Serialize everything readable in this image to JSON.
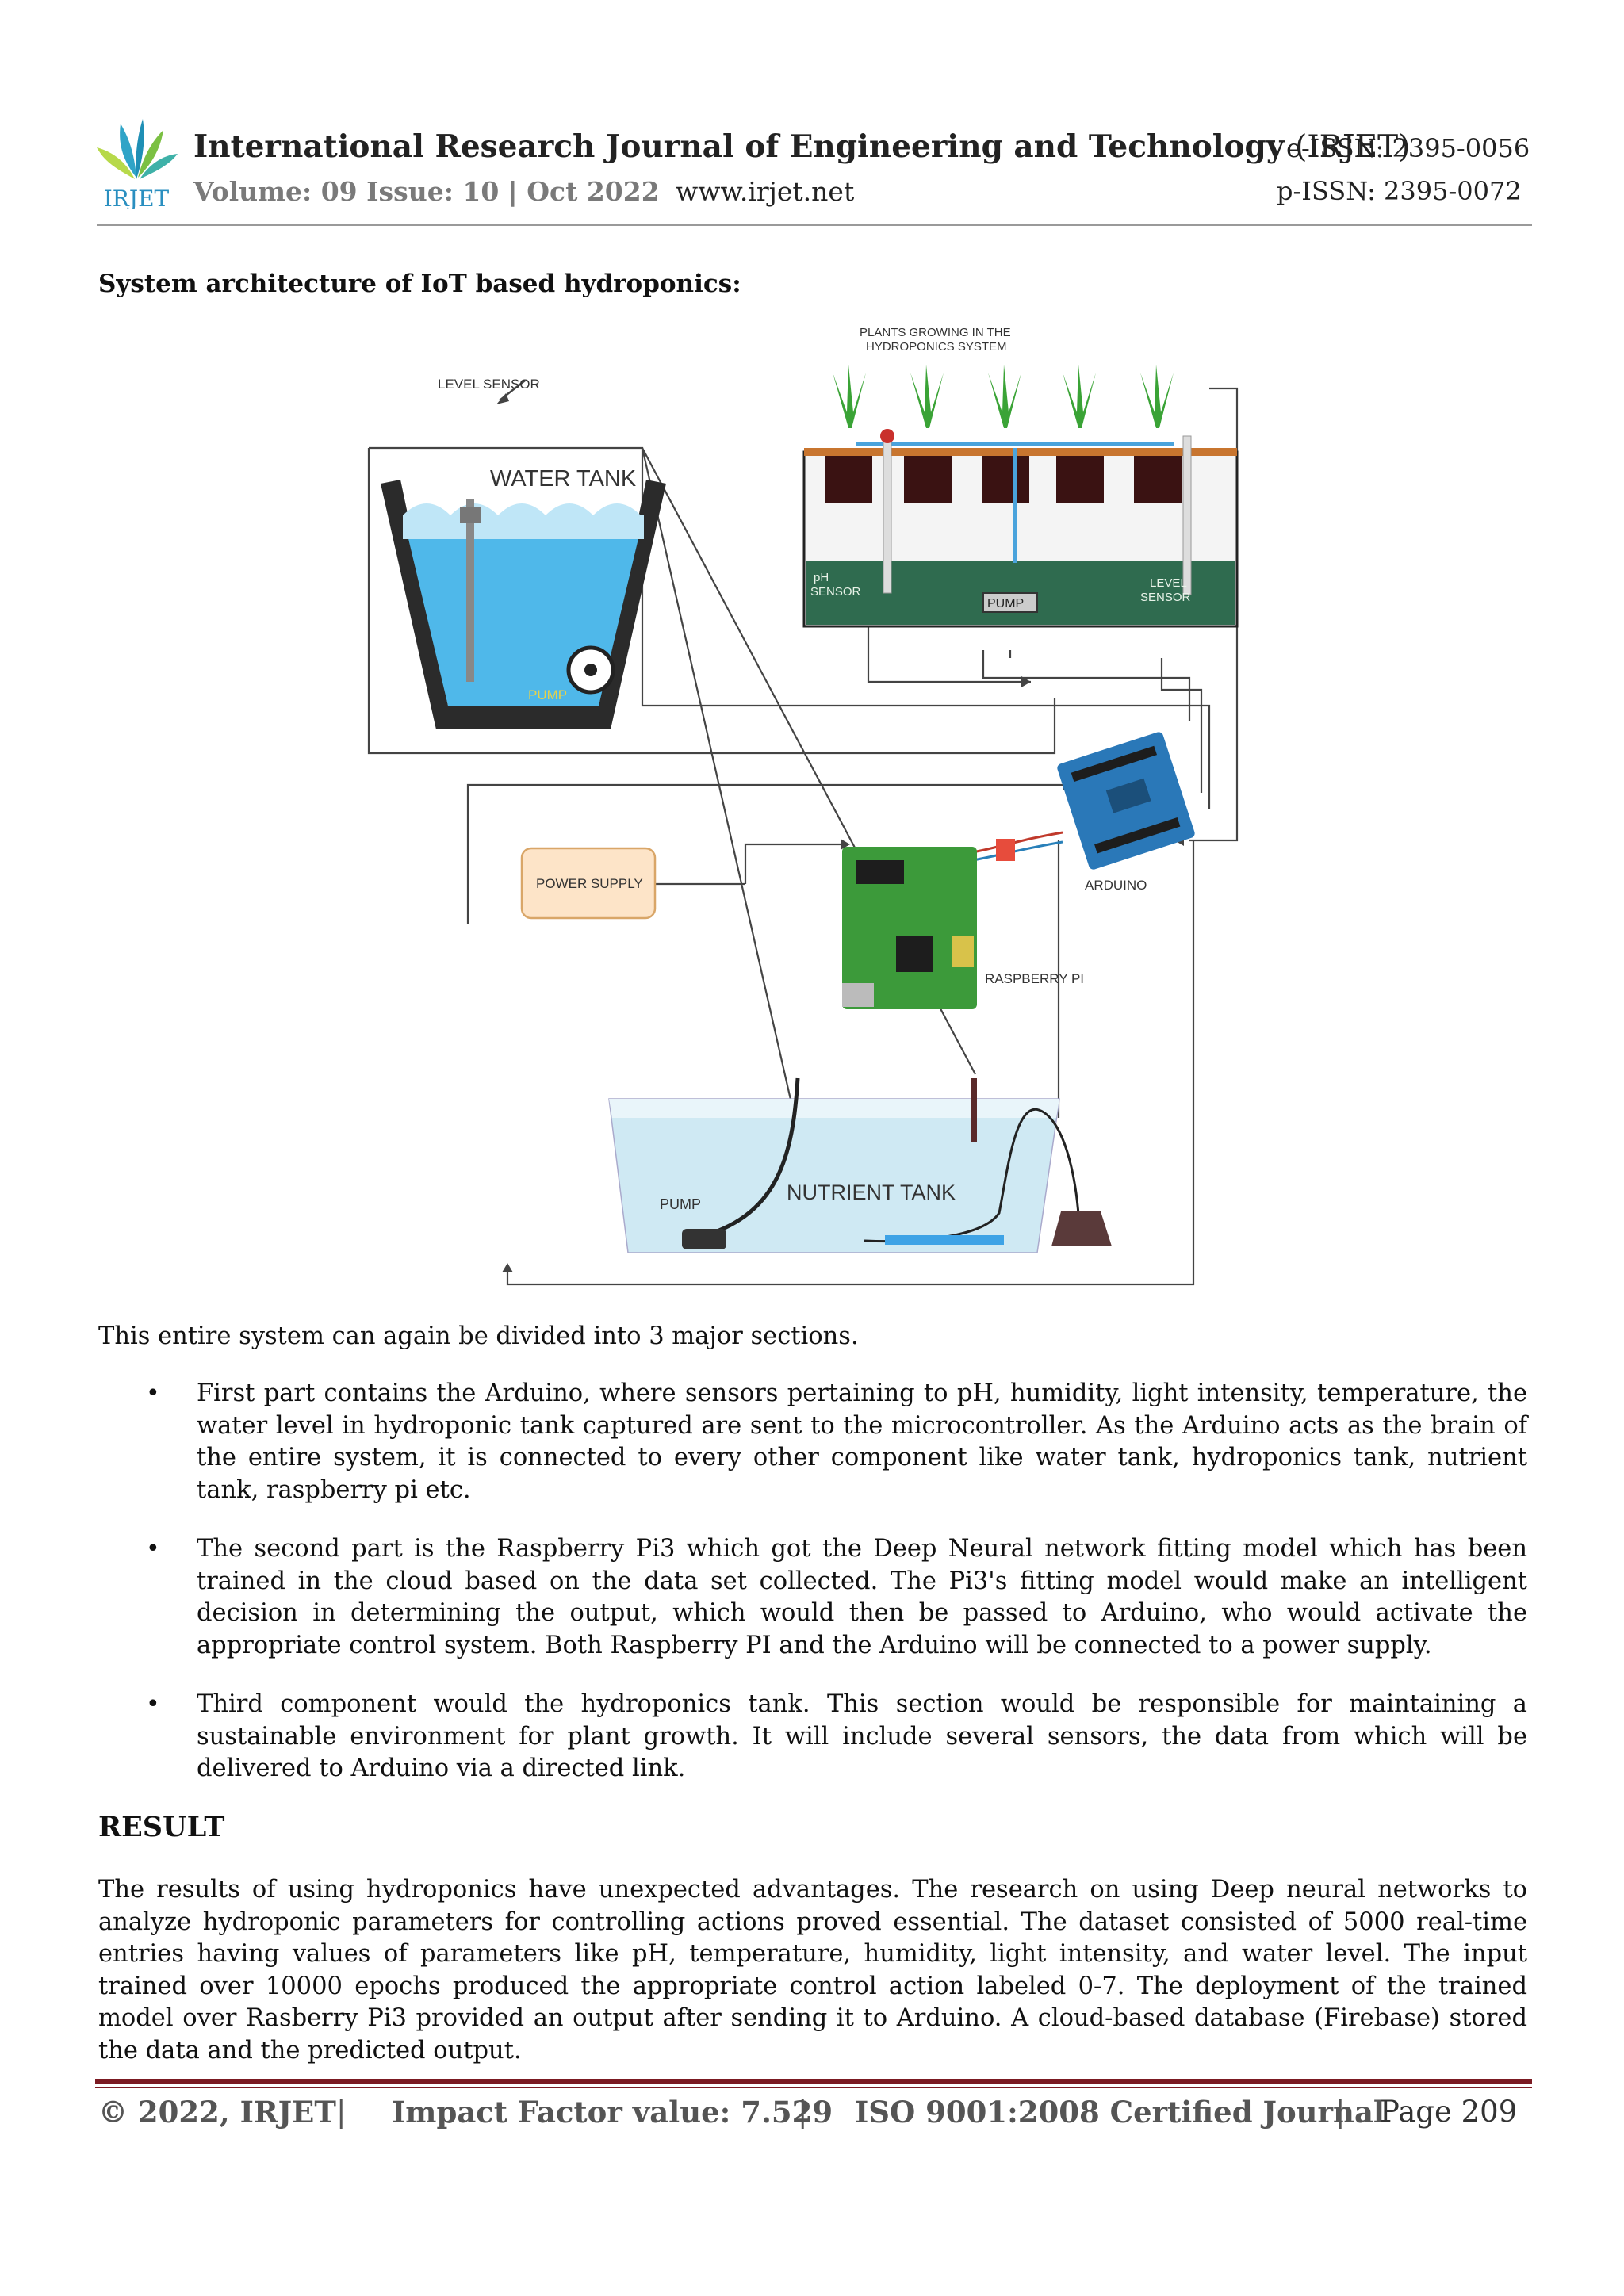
{
  "header": {
    "journal_title": "International Research Journal of Engineering and Technology",
    "journal_abbr": "(IRJET)",
    "eissn": "e-ISSN: 2395-0056",
    "volume": "Volume: 09 Issue: 10 | Oct 2022",
    "website": "www.irjet.net",
    "pissn": "p-ISSN: 2395-0072",
    "logo_text": "IRJET"
  },
  "figure": {
    "heading": "System architecture of IoT based hydroponics:",
    "labels": {
      "level_sensor": "LEVEL SENSOR",
      "water_tank": "WATER TANK",
      "pump_water": "PUMP",
      "plants_line1": "PLANTS GROWING IN THE",
      "plants_line2": "HYDROPONICS SYSTEM",
      "ph_line1": "pH",
      "ph_line2": "SENSOR",
      "pump_hydro": "PUMP",
      "level_line1": "LEVEL",
      "level_line2": "SENSOR",
      "power_supply": "POWER SUPPLY",
      "arduino": "ARDUINO",
      "raspberry_pi": "RASPBERRY PI",
      "pump_nutrient": "PUMP",
      "nutrient_tank": "NUTRIENT TANK"
    }
  },
  "body": {
    "intro": "This entire system can again be divided into 3 major sections.",
    "bullet_char": "•",
    "bullets": [
      "First part contains the Arduino, where sensors pertaining to pH, humidity, light intensity, temperature, the water level in hydroponic tank captured are sent to the microcontroller. As the Arduino acts as the brain of the entire system, it is connected to every other component like water tank, hydroponics tank, nutrient tank, raspberry pi etc.",
      "The second part is the Raspberry Pi3 which got the Deep Neural network fitting model which has been trained in the cloud based on the data set collected. The Pi3's fitting model would make an intelligent decision in determining the output, which would then be passed to Arduino, who would activate the appropriate control system. Both Raspberry PI and the Arduino will be connected to a power supply.",
      "Third component would the hydroponics tank. This section would be responsible for maintaining a sustainable environment for plant growth. It will include several sensors, the data from which will be delivered to Arduino via a directed link."
    ],
    "result_heading": "RESULT",
    "result_text": "The results of using hydroponics have unexpected advantages. The research on using Deep neural networks to analyze hydroponic parameters for controlling actions proved essential. The dataset consisted of 5000 real-time entries having values of parameters like pH, temperature, humidity, light intensity, and water level. The input trained over 10000 epochs produced the appropriate control action labeled 0-7. The deployment of the trained model over Rasberry Pi3 provided an output after sending it to Arduino. A cloud-based database (Firebase) stored the data and the predicted output."
  },
  "footer": {
    "copyright": "© 2022, IRJET",
    "separator": "|",
    "impact": "Impact Factor value: 7.529",
    "iso": "ISO 9001:2008 Certified Journal",
    "page": "Page 209"
  },
  "colors": {
    "footer_rule": "#7b1a22",
    "water": "#4fb8ea",
    "hydro_tank": "#2f6b4f",
    "nutrient": "#cfe9f3",
    "power_box": "#fde4c8",
    "arduino": "#2a78b8",
    "raspberry": "#3c9a3a"
  }
}
